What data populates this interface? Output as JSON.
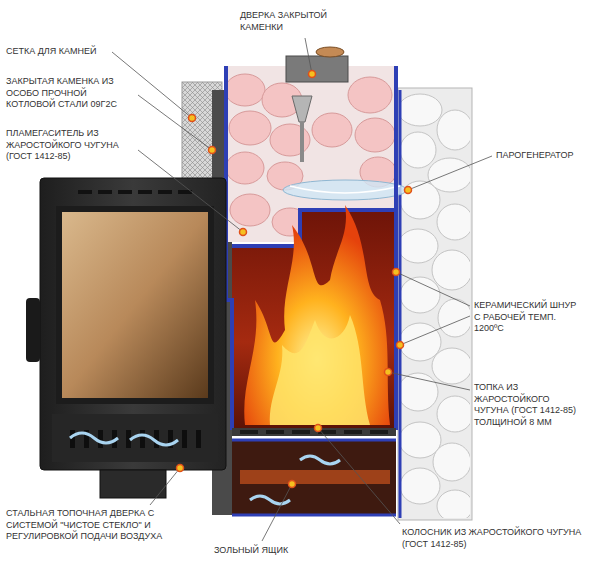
{
  "diagram": {
    "labels": [
      "ДВЕРКА ЗАКРЫТОЙ КАМЕНКИ",
      "СЕТКА ДЛЯ КАМНЕЙ",
      "ЗАКРЫТАЯ КАМЕНКА ИЗ ОСОБО ПРОЧНОЙ КОТЛОВОЙ СТАЛИ 09Г2С",
      "ПЛАМЕГАСИТЕЛЬ ИЗ ЖАРОСТОЙКОГО ЧУГУНА (ГОСТ 1412-85)",
      "ПАРОГЕНЕРАТОР",
      "КЕРАМИЧЕСКИЙ ШНУР С РАБОЧЕЙ ТЕМП. 1200ºС",
      "ТОПКА ИЗ ЖАРОСТОЙКОГО ЧУГУНА (ГОСТ 1412-85) ТОЛЩИНОЙ 8 ММ",
      "СТАЛЬНАЯ ТОПОЧНАЯ ДВЕРКА С СИСТЕМОЙ \"ЧИСТОЕ СТЕКЛО\" И РЕГУЛИРОВКОЙ ПОДАЧИ ВОЗДУХА",
      "ЗОЛЬНЫЙ ЯЩИК",
      "КОЛОСНИК ИЗ ЖАРОСТОЙКОГО ЧУГУНА (ГОСТ 1412-85)"
    ]
  }
}
